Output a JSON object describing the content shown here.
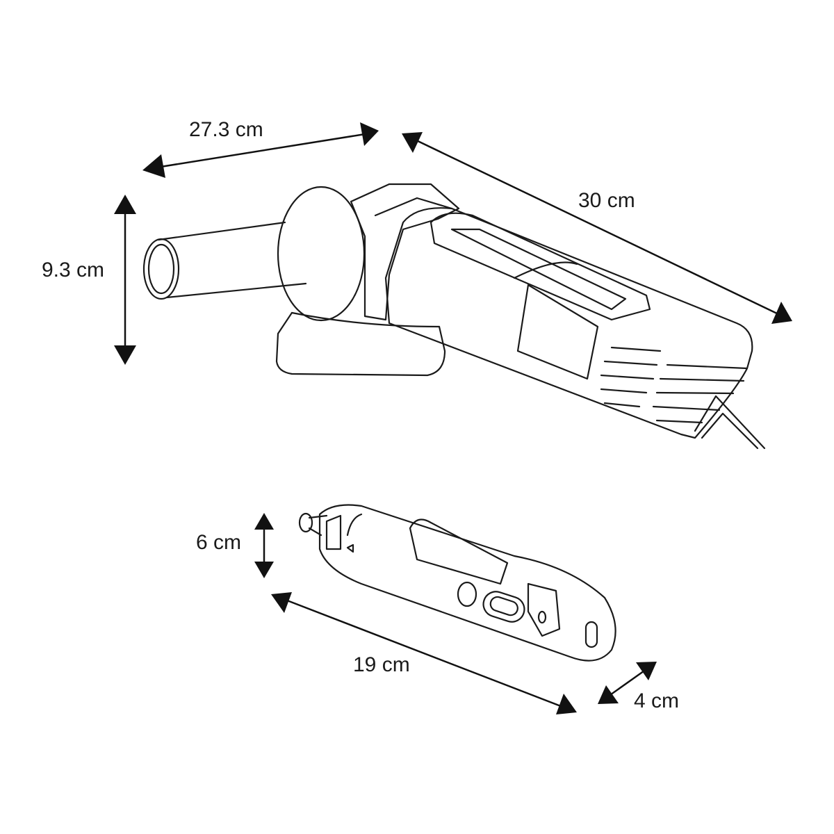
{
  "dimensions": {
    "grinder_width": "27.3 cm",
    "grinder_length": "30 cm",
    "grinder_height": "9.3 cm",
    "screwdriver_height": "6 cm",
    "screwdriver_length": "19 cm",
    "screwdriver_width": "4 cm"
  }
}
